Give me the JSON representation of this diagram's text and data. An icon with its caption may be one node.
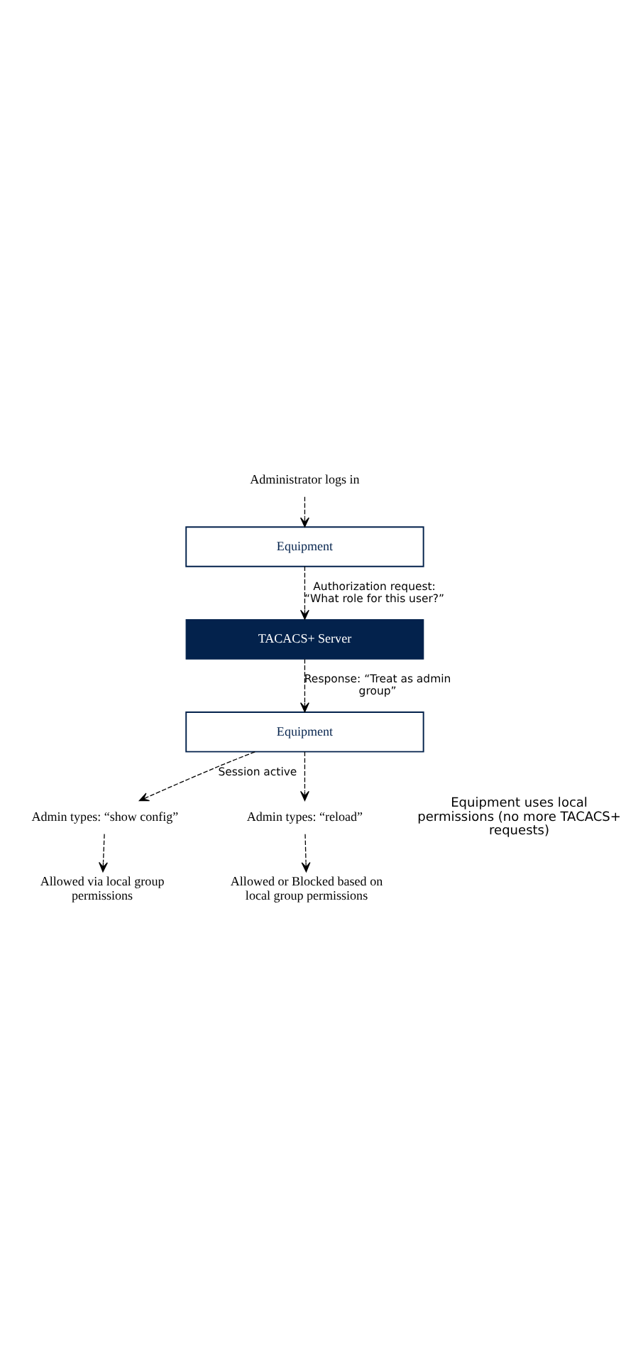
{
  "diagram": {
    "nodes": [
      {
        "text": [
          "Administrator logs in"
        ]
      },
      {
        "text": [
          "Equipment"
        ]
      },
      {
        "text": [
          "TACACS+ Server"
        ]
      },
      {
        "text": [
          "Equipment"
        ]
      },
      {
        "text": [
          "Admin types: “show config”"
        ]
      },
      {
        "text": [
          "Allowed via local group permissions"
        ]
      },
      {
        "text": [
          "Admin types: “reload”"
        ]
      },
      {
        "text": [
          "Allowed or Blocked based on local group permissions"
        ]
      }
    ],
    "edges": [
      {
        "from": 0,
        "to": 1,
        "arrow": "to",
        "style": "dashed"
      },
      {
        "from": 1,
        "to": 2,
        "arrow": "to",
        "style": "dashed",
        "label": "Authorization request: “What role for this user?”"
      },
      {
        "from": 2,
        "to": 3,
        "arrow": "to",
        "style": "dashed",
        "label": "Response: “Treat as admin group”"
      },
      {
        "from": 3,
        "to": 4,
        "arrow": "to",
        "style": "dashed",
        "label": "Session active"
      },
      {
        "from": 4,
        "to": 5,
        "arrow": "to",
        "style": "dashed"
      },
      {
        "from": 3,
        "to": 6,
        "arrow": "to",
        "style": "dashed"
      },
      {
        "from": 6,
        "to": 7,
        "arrow": "to",
        "style": "dashed"
      }
    ],
    "labels": [
      "Equipment uses local permissions (no more TACACS+ requests)"
    ]
  }
}
